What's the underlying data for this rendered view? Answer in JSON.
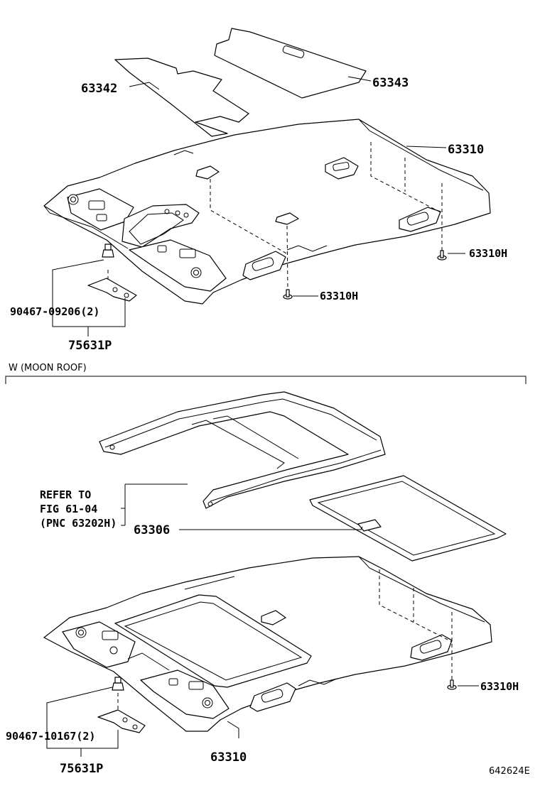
{
  "top": {
    "labels": {
      "p63342": "63342",
      "p63343": "63343",
      "p63310": "63310",
      "p63310h_right": "63310H",
      "p63310h_center": "63310H",
      "p90467": "90467-09206(2)",
      "p75631": "75631P"
    }
  },
  "section": {
    "title": "W   (MOON ROOF)"
  },
  "bottom": {
    "labels": {
      "refer_line1": "REFER TO",
      "refer_line2": "FIG 61-04",
      "refer_line3": "(PNC 63202H)",
      "p63306": "63306",
      "p63310h": "63310H",
      "p90467": "90467-10167(2)",
      "p63310": "63310",
      "p75631": "75631P"
    }
  },
  "figure_code": "642624E"
}
